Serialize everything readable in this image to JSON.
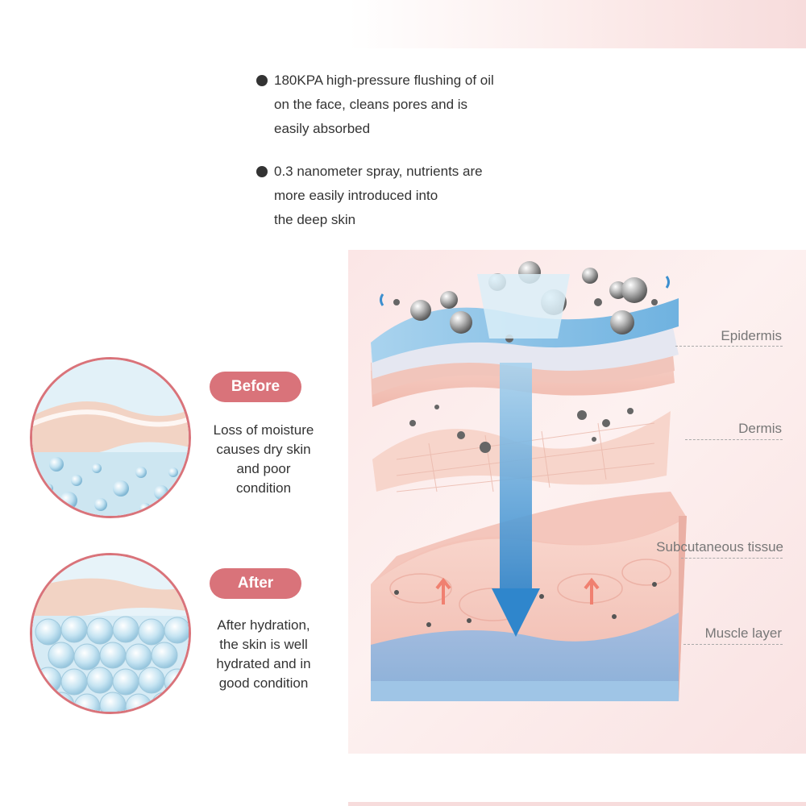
{
  "features": [
    {
      "text": "180KPA high-pressure flushing of oil\non the face, cleans pores and is\neasily absorbed"
    },
    {
      "text": "0.3 nanometer spray, nutrients are\nmore easily introduced into\nthe deep skin"
    }
  ],
  "comparison": {
    "before": {
      "label": "Before",
      "description": "Loss of moisture\ncauses dry skin\nand poor\ncondition"
    },
    "after": {
      "label": "After",
      "description": "After hydration,\nthe skin is well\nhydrated and in\ngood condition"
    }
  },
  "layers": [
    {
      "label": "Epidermis"
    },
    {
      "label": "Dermis"
    },
    {
      "label": "Subcutaneous tissue"
    },
    {
      "label": "Muscle layer"
    }
  ],
  "colors": {
    "accent": "#d9737a",
    "arrow": "#3c8fcf",
    "epidermis_blue": "#8cc4e8",
    "skin_pink": "#f4c3b9",
    "muscle_blue": "#9ab2d8"
  }
}
